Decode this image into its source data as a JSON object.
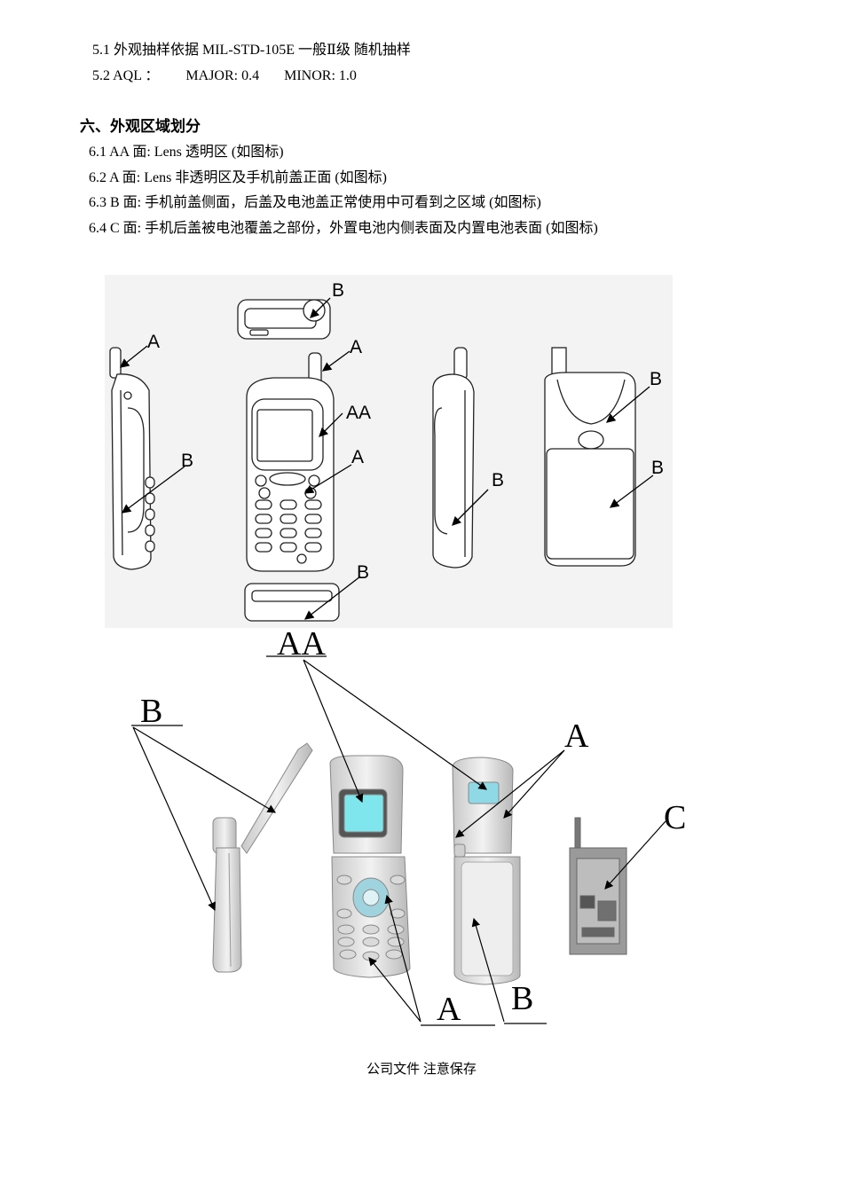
{
  "sampling": {
    "line1": "5.1 外观抽样依据 MIL-STD-105E 一般Ⅱ级  随机抽样",
    "line2_prefix": "5.2  AQL  ：",
    "line2_major": "MAJOR: 0.4",
    "line2_minor": "MINOR: 1.0"
  },
  "section6": {
    "title": "六、外观区域划分",
    "items": [
      "6.1 AA 面:  Lens 透明区 (如图标)",
      "6.2 A  面:  Lens 非透明区及手机前盖正面 (如图标)",
      "6.3 B  面:  手机前盖侧面，后盖及电池盖正常使用中可看到之区域 (如图标)",
      "6.4 C  面:  手机后盖被电池覆盖之部份，外置电池内侧表面及内置电池表面 (如图标)"
    ]
  },
  "figure_top_labels": {
    "top_b": "B",
    "left_a": "A",
    "left_b": "B",
    "front_a_antenna": "A",
    "front_aa": "AA",
    "front_a_keys": "A",
    "front_b_bottom": "B",
    "side_b": "B",
    "back_b_upper": "B",
    "back_b_lower": "B"
  },
  "figure_bottom_labels": {
    "aa": "AA",
    "b_left": "B",
    "a_right": "A",
    "c": "C",
    "a_bottom": "A",
    "b_bottom": "B"
  },
  "colors": {
    "lcd": "#7fe6ee",
    "lcd_small": "#8fd8e6",
    "key_blue": "#9fd4df"
  },
  "footer": "公司文件 注意保存"
}
